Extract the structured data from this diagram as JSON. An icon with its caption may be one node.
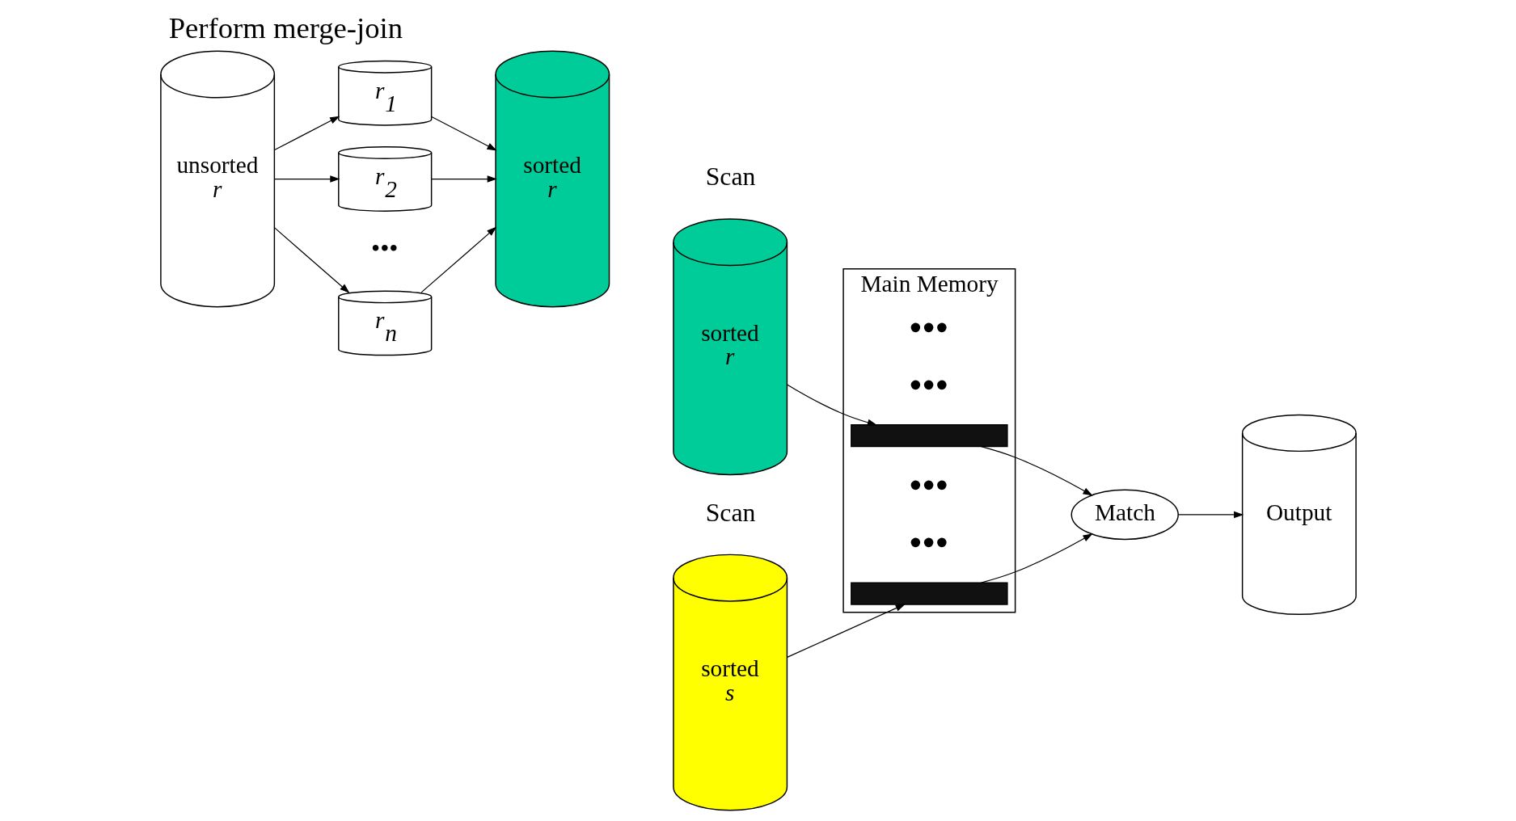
{
  "diagram": {
    "title": "Perform merge-join",
    "nodes": [
      {
        "text": [
          "unsorted *r*"
        ]
      },
      {
        "text": [
          "*r*$_{1}$"
        ]
      },
      {
        "text": [
          "*r*$_{2}$"
        ]
      },
      {
        "text": [
          "*r*$_{n}$"
        ]
      },
      {
        "text": [
          "sorted *r*"
        ]
      },
      {
        "text": [
          "sorted *r*"
        ]
      },
      {
        "text": [
          "sorted *s*"
        ]
      },
      {
        "text": [
          "Main Memory"
        ]
      },
      {
        "text": [],
        "shape": "box",
        "in": 7
      },
      {
        "text": [],
        "shape": "box",
        "in": 7
      },
      {
        "text": [
          "Match"
        ]
      },
      {
        "text": [
          "Output"
        ]
      }
    ],
    "edges": [
      {
        "from": 0,
        "to": 1,
        "arrow": "to"
      },
      {
        "from": 0,
        "to": 2,
        "arrow": "to"
      },
      {
        "from": 0,
        "to": 3,
        "arrow": "to"
      },
      {
        "from": 1,
        "to": 4,
        "arrow": "to"
      },
      {
        "from": 2,
        "to": 4,
        "arrow": "to"
      },
      {
        "from": 3,
        "to": 4,
        "arrow": "to"
      },
      {
        "from": 5,
        "to": 8,
        "arrow": "to"
      },
      {
        "from": 6,
        "to": 9,
        "arrow": "to"
      },
      {
        "from": 8,
        "to": 10,
        "arrow": "to"
      },
      {
        "from": 9,
        "to": 10,
        "arrow": "to"
      },
      {
        "from": 10,
        "to": 11,
        "arrow": "to"
      }
    ],
    "labels": [
      "•••",
      "Scan",
      "Scan",
      "●●●",
      "●●●",
      "●●●",
      "●●●"
    ]
  }
}
